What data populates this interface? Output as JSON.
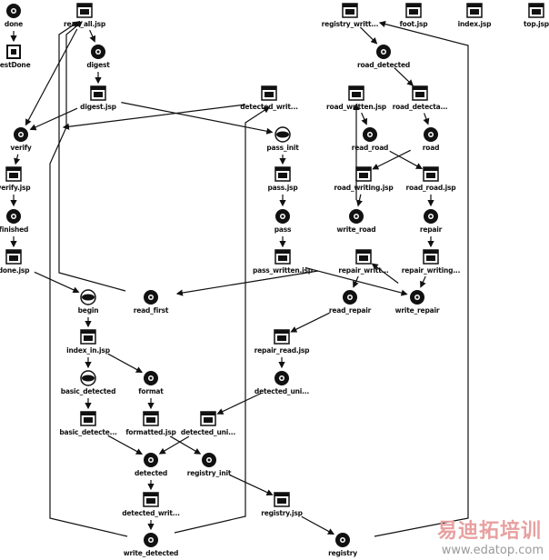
{
  "nodes": [
    {
      "id": "done",
      "label": "done",
      "type": "action"
    },
    {
      "id": "testDone",
      "label": "testDone",
      "type": "end"
    },
    {
      "id": "read_all",
      "label": "read_all.jsp",
      "type": "page"
    },
    {
      "id": "digest",
      "label": "digest",
      "type": "action"
    },
    {
      "id": "digest_jsp",
      "label": "digest.jsp",
      "type": "page"
    },
    {
      "id": "detected_writ1",
      "label": "detected_writ...",
      "type": "page"
    },
    {
      "id": "pass_init",
      "label": "pass_init",
      "type": "begin"
    },
    {
      "id": "pass_jsp",
      "label": "pass.jsp",
      "type": "page"
    },
    {
      "id": "pass",
      "label": "pass",
      "type": "action"
    },
    {
      "id": "pass_written",
      "label": "pass_written.jsp",
      "type": "page"
    },
    {
      "id": "verify",
      "label": "verify",
      "type": "action"
    },
    {
      "id": "verify_jsp",
      "label": "verify.jsp",
      "type": "page"
    },
    {
      "id": "finished",
      "label": "finished",
      "type": "action"
    },
    {
      "id": "done_jsp",
      "label": "done.jsp",
      "type": "page"
    },
    {
      "id": "registry_writt",
      "label": "registry_writt...",
      "type": "page"
    },
    {
      "id": "foot",
      "label": "foot.jsp",
      "type": "page"
    },
    {
      "id": "index",
      "label": "index.jsp",
      "type": "page"
    },
    {
      "id": "top",
      "label": "top.jsp",
      "type": "page"
    },
    {
      "id": "road_detected",
      "label": "road_detected",
      "type": "action"
    },
    {
      "id": "road_written",
      "label": "road_written.jsp",
      "type": "page"
    },
    {
      "id": "road_detecta",
      "label": "road_detecta...",
      "type": "page"
    },
    {
      "id": "read_road",
      "label": "read_road",
      "type": "action"
    },
    {
      "id": "road",
      "label": "road",
      "type": "action"
    },
    {
      "id": "road_writing",
      "label": "road_writing.jsp",
      "type": "page"
    },
    {
      "id": "road_road",
      "label": "road_road.jsp",
      "type": "page"
    },
    {
      "id": "write_road",
      "label": "write_road",
      "type": "action"
    },
    {
      "id": "repair",
      "label": "repair",
      "type": "action"
    },
    {
      "id": "repair_writt",
      "label": "repair_writt...",
      "type": "page"
    },
    {
      "id": "repair_writing",
      "label": "repair_writing...",
      "type": "page"
    },
    {
      "id": "read_repair",
      "label": "read_repair",
      "type": "action"
    },
    {
      "id": "write_repair",
      "label": "write_repair",
      "type": "action"
    },
    {
      "id": "begin",
      "label": "begin",
      "type": "begin"
    },
    {
      "id": "read_first",
      "label": "read_first",
      "type": "action"
    },
    {
      "id": "index_in",
      "label": "index_in.jsp",
      "type": "page"
    },
    {
      "id": "basic_detected",
      "label": "basic_detected",
      "type": "begin"
    },
    {
      "id": "format",
      "label": "format",
      "type": "action"
    },
    {
      "id": "basic_detecte",
      "label": "basic_detecte...",
      "type": "page"
    },
    {
      "id": "formatted",
      "label": "formatted.jsp",
      "type": "page"
    },
    {
      "id": "detected_uni1",
      "label": "detected_uni...",
      "type": "page"
    },
    {
      "id": "detected",
      "label": "detected",
      "type": "action"
    },
    {
      "id": "registry_init",
      "label": "registry_init",
      "type": "action"
    },
    {
      "id": "detected_writ2",
      "label": "detected_writ...",
      "type": "page"
    },
    {
      "id": "write_detected",
      "label": "write_detected",
      "type": "action"
    },
    {
      "id": "repair_read",
      "label": "repair_read.jsp",
      "type": "page"
    },
    {
      "id": "detected_uni2",
      "label": "detected_uni...",
      "type": "action"
    },
    {
      "id": "registry_jsp",
      "label": "registry.jsp",
      "type": "page"
    },
    {
      "id": "registry",
      "label": "registry",
      "type": "action"
    }
  ],
  "edges": [
    [
      "done",
      "testDone"
    ],
    [
      "read_all",
      "digest"
    ],
    [
      "digest",
      "digest_jsp"
    ],
    [
      "digest_jsp",
      "verify"
    ],
    [
      "read_all",
      "verify"
    ],
    [
      "verify",
      "verify_jsp"
    ],
    [
      "verify_jsp",
      "finished"
    ],
    [
      "finished",
      "done_jsp"
    ],
    [
      "done_jsp",
      "begin"
    ],
    [
      "digest_jsp",
      "pass_init"
    ],
    [
      "detected_writ1",
      "pass_init"
    ],
    [
      "pass_init",
      "pass_jsp"
    ],
    [
      "pass_jsp",
      "pass"
    ],
    [
      "pass",
      "pass_written"
    ],
    [
      "pass_written",
      "read_first"
    ],
    [
      "pass_written",
      "write_repair"
    ],
    [
      "registry_writt",
      "road_detected"
    ],
    [
      "road_detected",
      "road_detecta"
    ],
    [
      "road_written",
      "read_road"
    ],
    [
      "road_detecta",
      "road"
    ],
    [
      "read_road",
      "road_road"
    ],
    [
      "road",
      "road_writing"
    ],
    [
      "road_writing",
      "write_road"
    ],
    [
      "write_road",
      "road_written"
    ],
    [
      "road_road",
      "repair"
    ],
    [
      "repair",
      "repair_writing"
    ],
    [
      "repair_writing",
      "write_repair"
    ],
    [
      "repair_writt",
      "read_repair"
    ],
    [
      "write_repair",
      "repair_writt"
    ],
    [
      "read_repair",
      "repair_read"
    ],
    [
      "repair_read",
      "detected_uni2"
    ],
    [
      "detected_uni2",
      "detected_uni1"
    ],
    [
      "begin",
      "index_in"
    ],
    [
      "index_in",
      "basic_detected"
    ],
    [
      "index_in",
      "format"
    ],
    [
      "basic_detected",
      "basic_detecte"
    ],
    [
      "format",
      "formatted"
    ],
    [
      "basic_detecte",
      "detected"
    ],
    [
      "detected_uni1",
      "detected"
    ],
    [
      "formatted",
      "registry_init"
    ],
    [
      "detected",
      "detected_writ2"
    ],
    [
      "detected_writ2",
      "write_detected"
    ],
    [
      "registry_init",
      "registry_jsp"
    ],
    [
      "registry_jsp",
      "registry"
    ],
    [
      "write_detected",
      "detected_writ1"
    ],
    [
      "read_first",
      "read_all"
    ],
    [
      "write_detected",
      "read_all"
    ],
    [
      "registry",
      "registry_writt"
    ]
  ],
  "watermark": {
    "cn": "易迪拓培训",
    "url": "www.edatop.com"
  }
}
